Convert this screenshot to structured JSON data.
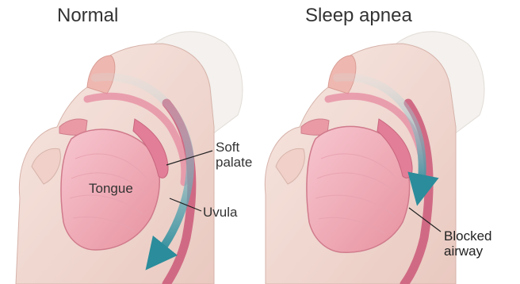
{
  "panels": [
    {
      "title": "Normal"
    },
    {
      "title": "Sleep apnea"
    }
  ],
  "labels": {
    "soft_palate": "Soft\npalate",
    "tongue": "Tongue",
    "uvula": "Uvula",
    "blocked_airway": "Blocked\nairway"
  },
  "colors": {
    "skin": "#f3ddd6",
    "skin_shadow": "#d9b5ad",
    "tissue_pink": "#e58aa0",
    "tongue_pink": "#f4b5c2",
    "airway_arrow": "#2b8c9b",
    "leader_line": "#222222"
  }
}
